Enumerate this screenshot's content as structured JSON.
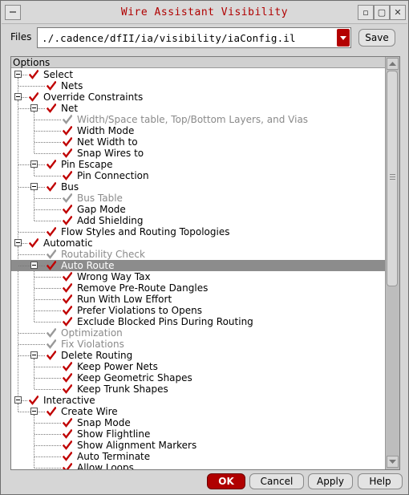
{
  "window": {
    "title": "Wire Assistant Visibility"
  },
  "files": {
    "label": "Files",
    "value": "./.cadence/dfII/ia/visibility/iaConfig.il",
    "save_label": "Save"
  },
  "tree": {
    "header": "Options",
    "rows": [
      {
        "label": "Select",
        "level": 0,
        "expander": true,
        "checked": true,
        "disabled": false
      },
      {
        "label": "Nets",
        "level": 1,
        "expander": false,
        "checked": true,
        "disabled": false
      },
      {
        "label": "Override Constraints",
        "level": 0,
        "expander": true,
        "checked": true,
        "disabled": false
      },
      {
        "label": "Net",
        "level": 1,
        "expander": true,
        "checked": true,
        "disabled": false
      },
      {
        "label": "Width/Space table, Top/Bottom Layers, and Vias",
        "level": 2,
        "expander": false,
        "checked": true,
        "disabled": true
      },
      {
        "label": "Width Mode",
        "level": 2,
        "expander": false,
        "checked": true,
        "disabled": false
      },
      {
        "label": "Net Width to",
        "level": 2,
        "expander": false,
        "checked": true,
        "disabled": false
      },
      {
        "label": "Snap Wires to",
        "level": 2,
        "expander": false,
        "checked": true,
        "disabled": false
      },
      {
        "label": "Pin Escape",
        "level": 1,
        "expander": true,
        "checked": true,
        "disabled": false
      },
      {
        "label": "Pin Connection",
        "level": 2,
        "expander": false,
        "checked": true,
        "disabled": false
      },
      {
        "label": "Bus",
        "level": 1,
        "expander": true,
        "checked": true,
        "disabled": false
      },
      {
        "label": "Bus Table",
        "level": 2,
        "expander": false,
        "checked": true,
        "disabled": true
      },
      {
        "label": "Gap Mode",
        "level": 2,
        "expander": false,
        "checked": true,
        "disabled": false
      },
      {
        "label": "Add Shielding",
        "level": 2,
        "expander": false,
        "checked": true,
        "disabled": false
      },
      {
        "label": "Flow Styles and Routing Topologies",
        "level": 1,
        "expander": false,
        "checked": true,
        "disabled": false
      },
      {
        "label": "Automatic",
        "level": 0,
        "expander": true,
        "checked": true,
        "disabled": false
      },
      {
        "label": "Routability Check",
        "level": 1,
        "expander": false,
        "checked": true,
        "disabled": true
      },
      {
        "label": "Auto Route",
        "level": 1,
        "expander": true,
        "checked": true,
        "disabled": false,
        "selected": true
      },
      {
        "label": "Wrong Way Tax",
        "level": 2,
        "expander": false,
        "checked": true,
        "disabled": false
      },
      {
        "label": "Remove Pre-Route Dangles",
        "level": 2,
        "expander": false,
        "checked": true,
        "disabled": false
      },
      {
        "label": "Run With Low Effort",
        "level": 2,
        "expander": false,
        "checked": true,
        "disabled": false
      },
      {
        "label": "Prefer Violations to Opens",
        "level": 2,
        "expander": false,
        "checked": true,
        "disabled": false
      },
      {
        "label": "Exclude Blocked Pins During Routing",
        "level": 2,
        "expander": false,
        "checked": true,
        "disabled": false
      },
      {
        "label": "Optimization",
        "level": 1,
        "expander": false,
        "checked": true,
        "disabled": true
      },
      {
        "label": "Fix Violations",
        "level": 1,
        "expander": false,
        "checked": true,
        "disabled": true
      },
      {
        "label": "Delete Routing",
        "level": 1,
        "expander": true,
        "checked": true,
        "disabled": false
      },
      {
        "label": "Keep Power Nets",
        "level": 2,
        "expander": false,
        "checked": true,
        "disabled": false
      },
      {
        "label": "Keep Geometric Shapes",
        "level": 2,
        "expander": false,
        "checked": true,
        "disabled": false
      },
      {
        "label": "Keep Trunk Shapes",
        "level": 2,
        "expander": false,
        "checked": true,
        "disabled": false
      },
      {
        "label": "Interactive",
        "level": 0,
        "expander": true,
        "checked": true,
        "disabled": false
      },
      {
        "label": "Create Wire",
        "level": 1,
        "expander": true,
        "checked": true,
        "disabled": false
      },
      {
        "label": "Snap Mode",
        "level": 2,
        "expander": false,
        "checked": true,
        "disabled": false
      },
      {
        "label": "Show Flightline",
        "level": 2,
        "expander": false,
        "checked": true,
        "disabled": false
      },
      {
        "label": "Show Alignment Markers",
        "level": 2,
        "expander": false,
        "checked": true,
        "disabled": false
      },
      {
        "label": "Auto Terminate",
        "level": 2,
        "expander": false,
        "checked": true,
        "disabled": false
      },
      {
        "label": "Allow Loops",
        "level": 2,
        "expander": false,
        "checked": true,
        "disabled": false
      }
    ]
  },
  "buttons": {
    "ok": "OK",
    "cancel": "Cancel",
    "apply": "Apply",
    "help": "Help"
  },
  "colors": {
    "accent": "#b30000",
    "check": "#c00000",
    "check_disabled": "#999999",
    "selection": "#8c8c8c"
  },
  "icons": {
    "check": "check-icon",
    "expand": "collapse-minus-icon",
    "dropdown": "chevron-down-icon"
  }
}
